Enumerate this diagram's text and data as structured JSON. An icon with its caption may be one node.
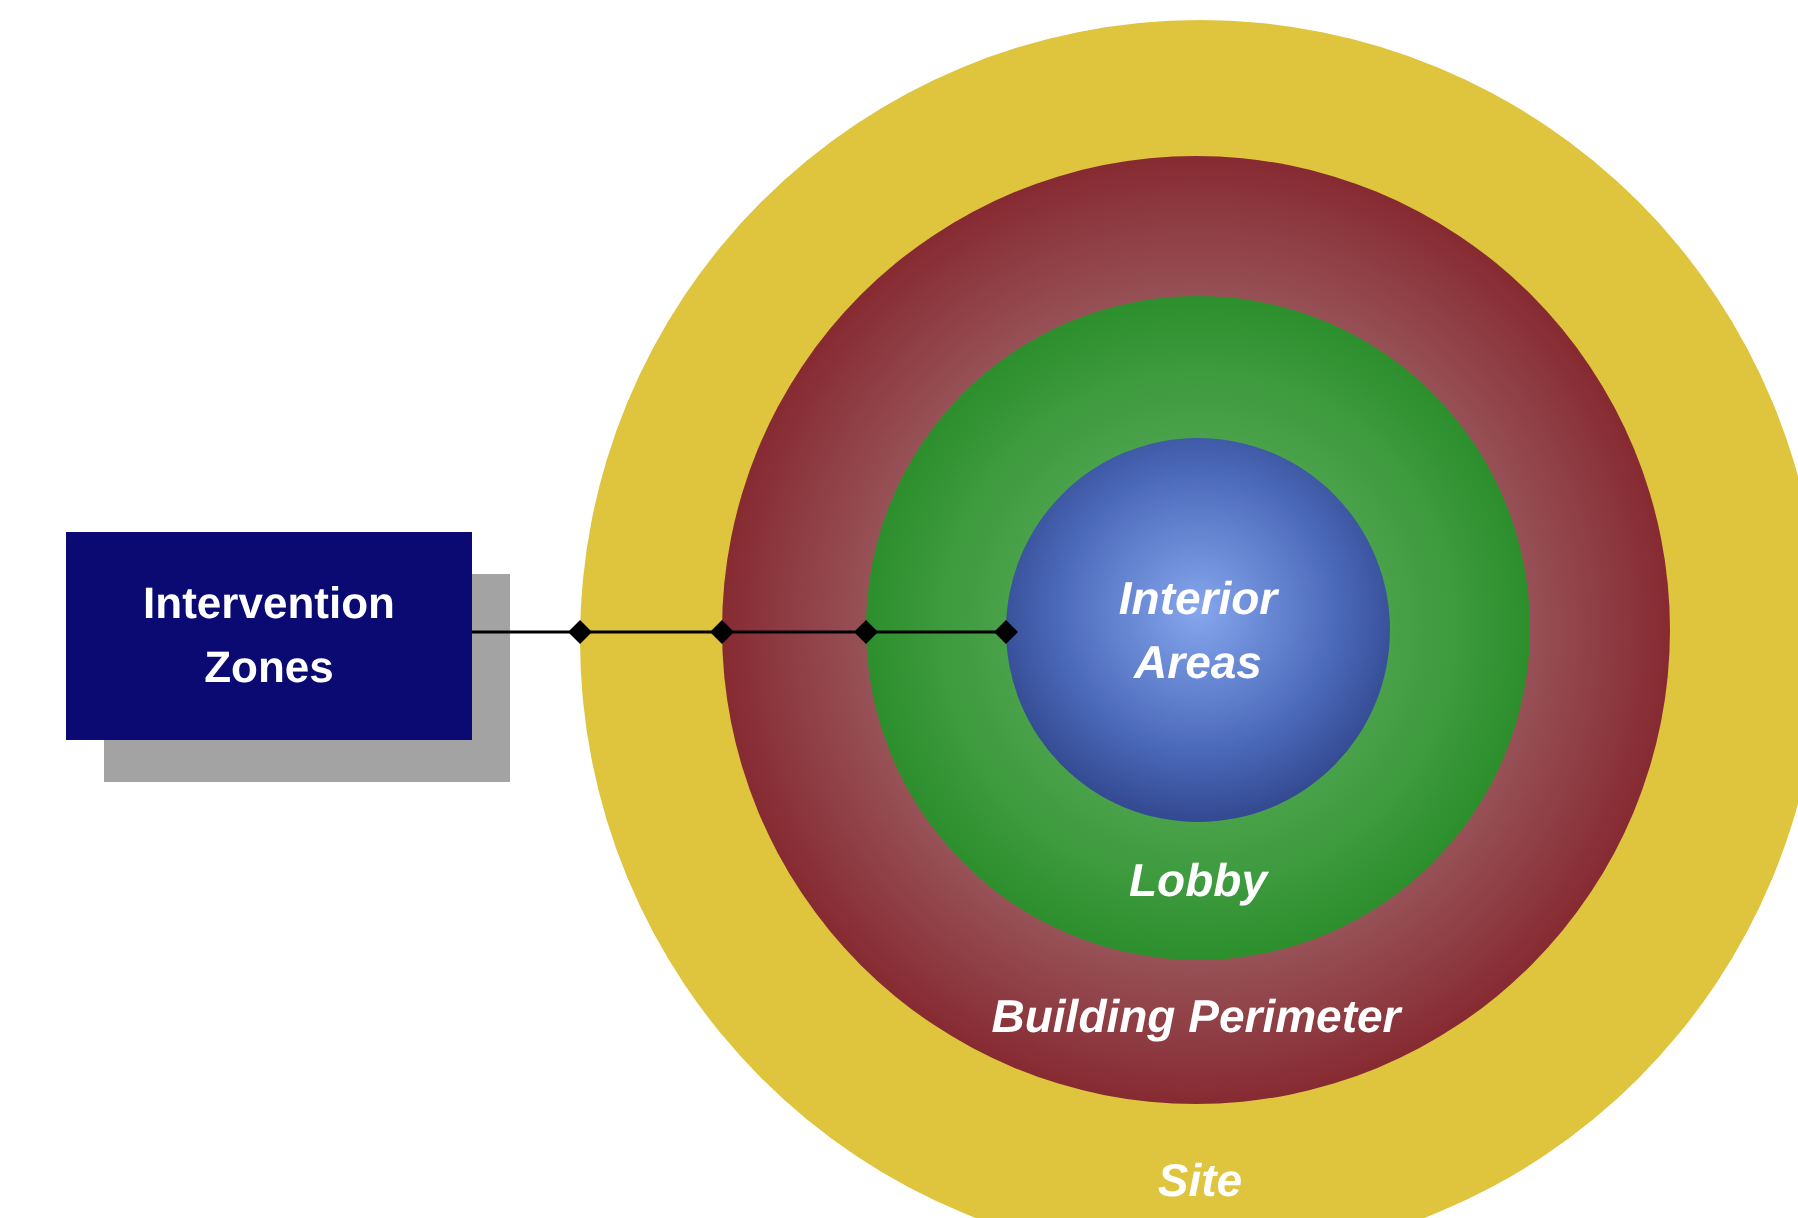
{
  "diagram": {
    "nodes": [
      {
        "text": [
          "Intervention Zones"
        ]
      },
      {
        "text": [
          "Site"
        ]
      },
      {
        "text": [
          "Building Perimeter"
        ],
        "in": 1
      },
      {
        "text": [
          "Lobby"
        ],
        "in": 2
      },
      {
        "text": [
          "Interior Areas"
        ],
        "in": 3
      }
    ],
    "edges": [
      {
        "from": 0,
        "to": 1,
        "arrow": "other"
      },
      {
        "from": 1,
        "to": 2,
        "arrow": "other"
      },
      {
        "from": 2,
        "to": 3,
        "arrow": "other"
      },
      {
        "from": 3,
        "to": 4,
        "arrow": "other"
      }
    ]
  }
}
